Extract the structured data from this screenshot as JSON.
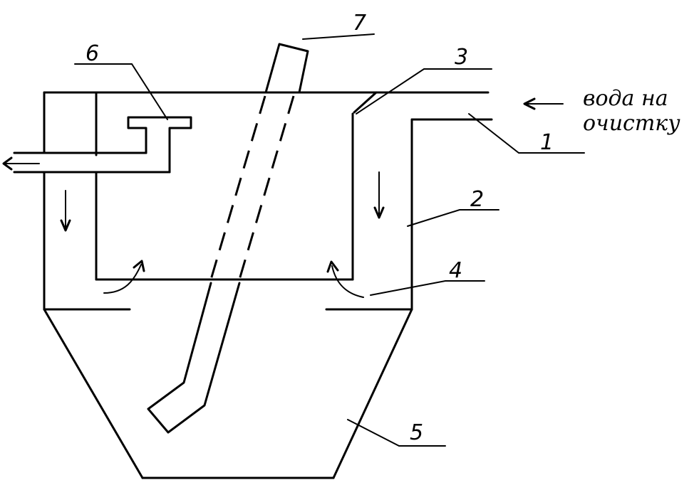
{
  "diagram": {
    "labels": {
      "l1": "1",
      "l2": "2",
      "l3": "3",
      "l4": "4",
      "l5": "5",
      "l6": "6",
      "l7": "7"
    },
    "inlet_note": {
      "line1": "вода на",
      "line2": "очистку"
    }
  }
}
